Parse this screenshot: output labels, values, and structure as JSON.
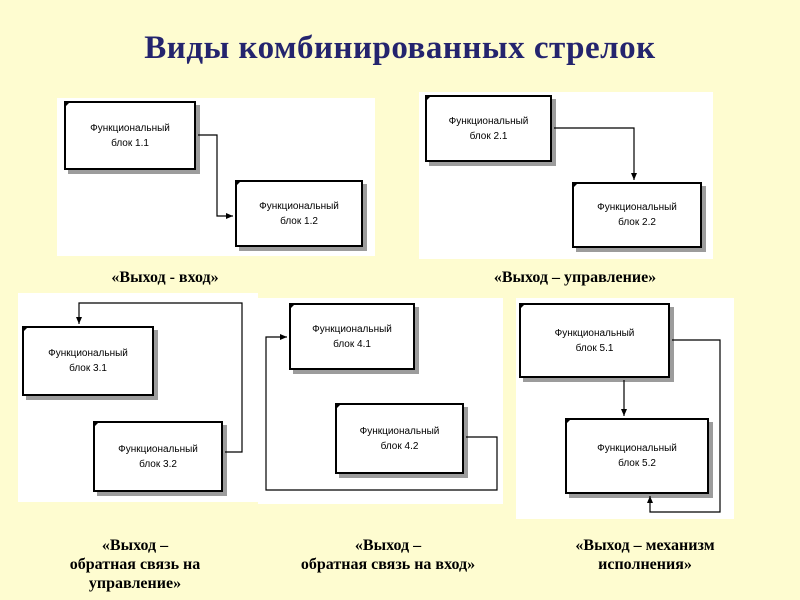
{
  "title": "Виды комбинированных стрелок",
  "block_label": "Функциональный",
  "diagrams": [
    {
      "caption": "«Выход - вход»",
      "blocks": [
        "блок 1.1",
        "блок 1.2"
      ]
    },
    {
      "caption": "«Выход – управление»",
      "blocks": [
        "блок 2.1",
        "блок 2.2"
      ]
    },
    {
      "caption": "«Выход –\nобратная связь на\nуправление»",
      "blocks": [
        "блок 3.1",
        "блок 3.2"
      ]
    },
    {
      "caption": "«Выход –\nобратная связь на вход»",
      "blocks": [
        "блок 4.1",
        "блок 4.2"
      ]
    },
    {
      "caption": "«Выход – механизм\nисполнения»",
      "blocks": [
        "блок 5.1",
        "блок 5.2"
      ]
    }
  ]
}
